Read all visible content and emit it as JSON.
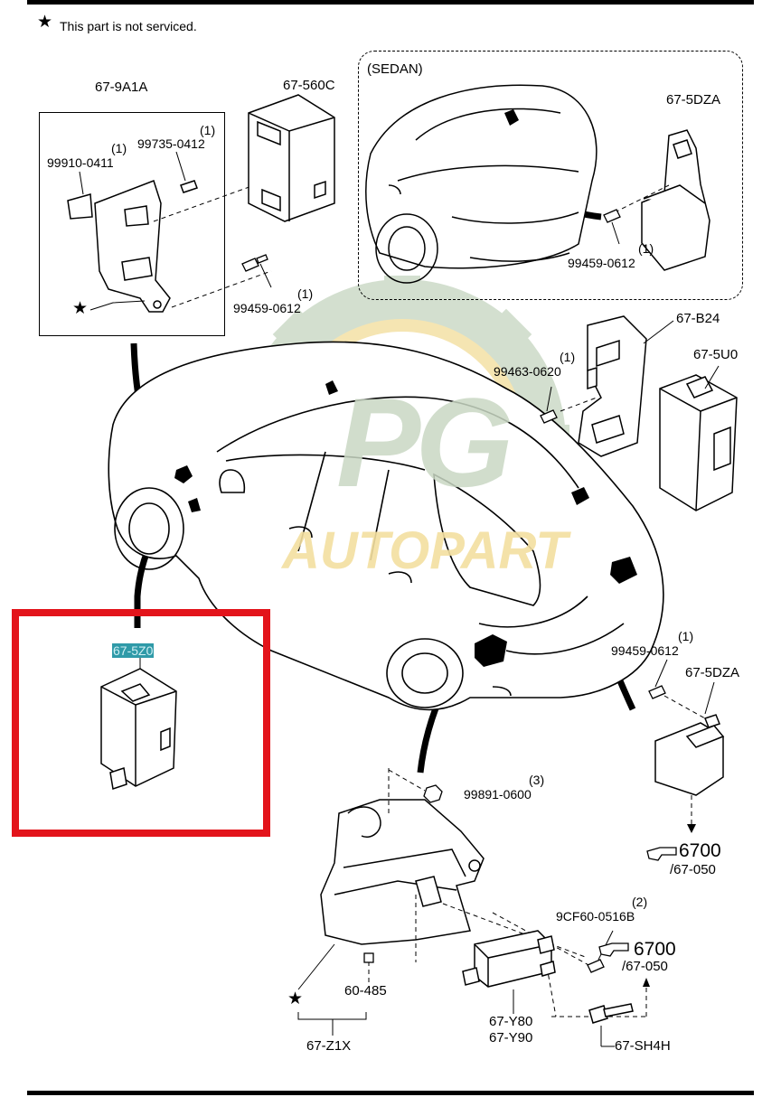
{
  "header": {
    "legend_symbol": "★",
    "legend_text": "This part is not serviced."
  },
  "inset_box": {
    "title": "67-9A1A",
    "part_a_qty": "(1)",
    "part_a": "99735-0412",
    "part_b_qty": "(1)",
    "part_b": "99910-0411",
    "star": "★"
  },
  "sedan_box": {
    "title": "(SEDAN)",
    "module": "67-5DZA",
    "bolt": "99459-0612",
    "bolt_qty": "(1)"
  },
  "parts": {
    "p_560c": "67-560C",
    "p_0612_top": "99459-0612",
    "p_0612_top_qty": "(1)",
    "p_b24": "67-B24",
    "p_0620": "99463-0620",
    "p_0620_qty": "(1)",
    "p_5u0": "67-5U0",
    "p_5z0": "67-5Z0",
    "p_0612_right": "99459-0612",
    "p_0612_right_qty": "(1)",
    "p_5dza_right": "67-5DZA",
    "p_0600": "99891-0600",
    "p_0600_qty": "(3)",
    "ref_6700_a": "6700",
    "ref_6700_a_sub": "/67-050",
    "p_0516b": "9CF60-0516B",
    "p_0516b_qty": "(2)",
    "ref_6700_b": "6700",
    "ref_6700_b_sub": "/67-050",
    "p_485": "60-485",
    "p_star_bottom": "★",
    "p_z1x": "67-Z1X",
    "p_y80": "67-Y80",
    "p_y90": "67-Y90",
    "p_sh4h": "67-SH4H"
  },
  "watermark": {
    "letters": "PG",
    "word": "AUTOPART"
  },
  "colors": {
    "highlight": "#e3141b",
    "label_highlight": "#2f9aa8",
    "watermark_gear": "#c9d8c4",
    "watermark_ring": "#f3dfa0"
  }
}
